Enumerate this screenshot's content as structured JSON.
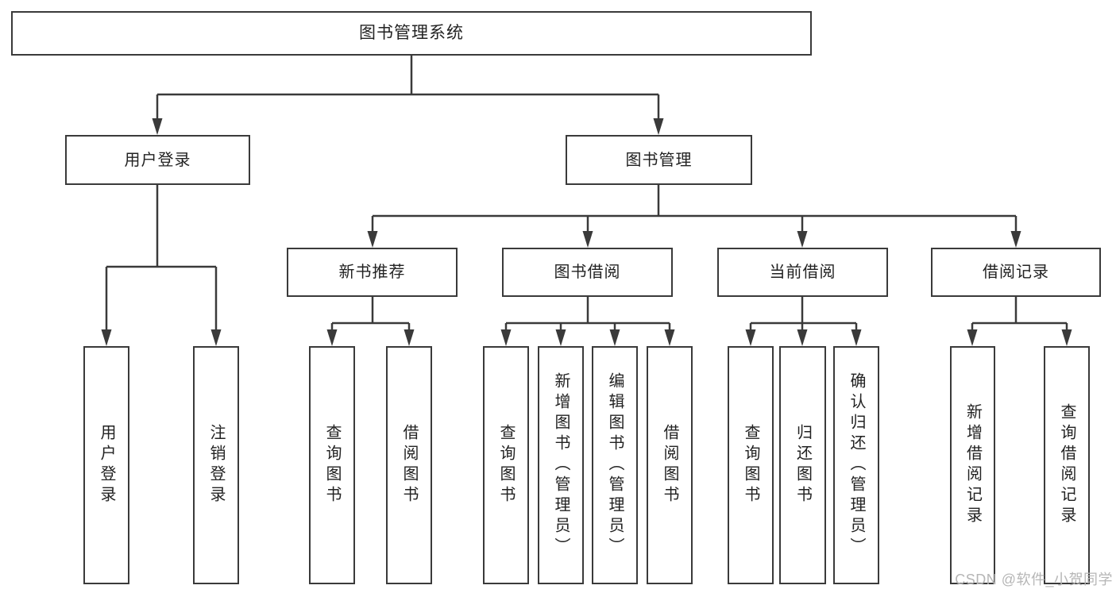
{
  "diagram": {
    "title_node": "图书管理系统",
    "l2": {
      "user_login": "用户登录",
      "book_mgmt": "图书管理"
    },
    "l3": {
      "new_rec": "新书推荐",
      "borrow": "图书借阅",
      "current": "当前借阅",
      "record": "借阅记录"
    },
    "leaves": {
      "login": "用户登录",
      "logout": "注销登录",
      "rec_query": "查询图书",
      "rec_borrow": "借阅图书",
      "bb_query": "查询图书",
      "bb_add": "新增图书（管理员）",
      "bb_edit": "编辑图书（管理员）",
      "bb_borrow": "借阅图书",
      "cb_query": "查询图书",
      "cb_return": "归还图书",
      "cb_confirm": "确认归还（管理员）",
      "br_add": "新增借阅记录",
      "br_query": "查询借阅记录"
    }
  },
  "colors": {
    "line": "#3a3a3a",
    "text": "#222222",
    "box_bg": "#ffffff",
    "watermark": "#b6b6b6"
  },
  "watermark": "CSDN @软件_小贺同学"
}
